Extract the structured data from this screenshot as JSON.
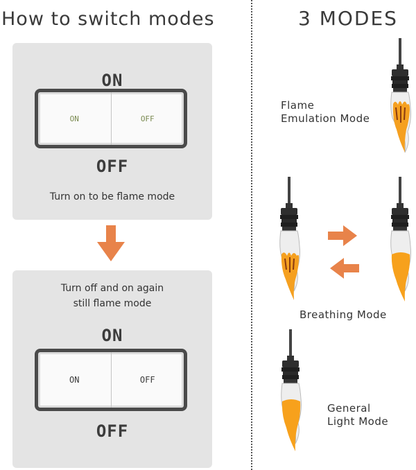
{
  "left_heading": "How to switch modes",
  "right_heading": "3 MODES",
  "step1": {
    "on_label": "ON",
    "switch_left": "ON",
    "switch_right": "OFF",
    "off_label": "OFF",
    "caption": "Turn on to be flame mode"
  },
  "step2": {
    "caption_line1": "Turn off and on again",
    "caption_line2": "still flame mode",
    "on_label": "ON",
    "switch_left": "ON",
    "switch_right": "OFF",
    "off_label": "OFF"
  },
  "modes": [
    {
      "line1": "Flame",
      "line2": "Emulation Mode"
    },
    {
      "line1": "Breathing Mode"
    },
    {
      "line1": "General",
      "line2": "Light Mode"
    }
  ],
  "colors": {
    "arrow": "#e8834a",
    "flame": "#f5a020",
    "panel": "#e4e4e4"
  }
}
